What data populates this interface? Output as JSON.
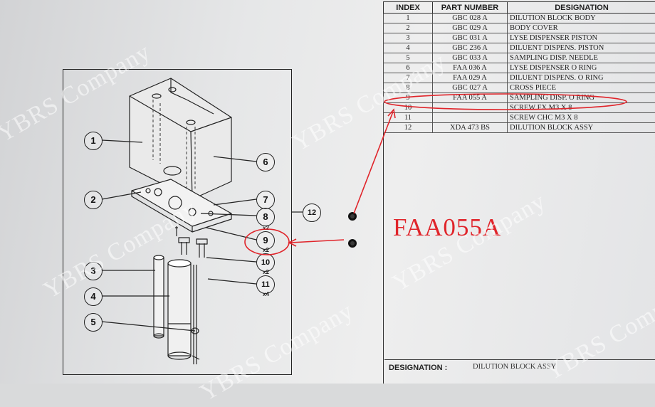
{
  "table": {
    "headers": [
      "INDEX",
      "PART NUMBER",
      "DESIGNATION"
    ],
    "rows": [
      {
        "index": "1",
        "part": "GBC 028 A",
        "designation": "DILUTION BLOCK BODY"
      },
      {
        "index": "2",
        "part": "GBC 029 A",
        "designation": "BODY COVER"
      },
      {
        "index": "3",
        "part": "GBC 031 A",
        "designation": "LYSE DISPENSER PISTON"
      },
      {
        "index": "4",
        "part": "GBC 236 A",
        "designation": "DILUENT DISPENS. PISTON"
      },
      {
        "index": "5",
        "part": "GBC 033 A",
        "designation": "SAMPLING DISP. NEEDLE"
      },
      {
        "index": "6",
        "part": "FAA 036 A",
        "designation": "LYSE DISPENSER O RING"
      },
      {
        "index": "7",
        "part": "FAA 029 A",
        "designation": "DILUENT DISPENS. O RING"
      },
      {
        "index": "8",
        "part": "GBC 027 A",
        "designation": "CROSS PIECE"
      },
      {
        "index": "9",
        "part": "FAA 055 A",
        "designation": "SAMPLING DISP. O RING"
      },
      {
        "index": "10",
        "part": "",
        "designation": "SCREW FX M3 X 8"
      },
      {
        "index": "11",
        "part": "",
        "designation": "SCREW CHC M3 X 8"
      },
      {
        "index": "12",
        "part": "XDA 473 BS",
        "designation": "DILUTION BLOCK ASSY"
      }
    ]
  },
  "designation_box": {
    "label": "DESIGNATION :",
    "value": "DILUTION BLOCK ASSY"
  },
  "highlight": {
    "part_number": "FAA055A",
    "color": "#e0242a"
  },
  "callouts": {
    "c1": "1",
    "c2": "2",
    "c3": "3",
    "c4": "4",
    "c5": "5",
    "c6": "6",
    "c7": "7",
    "c8": "8",
    "c9": "9",
    "c10": "10",
    "c11": "11",
    "c12": "12"
  },
  "quantities": {
    "q8": "x2",
    "q9": "x2",
    "q10": "x2",
    "q11": "x4"
  },
  "watermark": "YBRS Company"
}
